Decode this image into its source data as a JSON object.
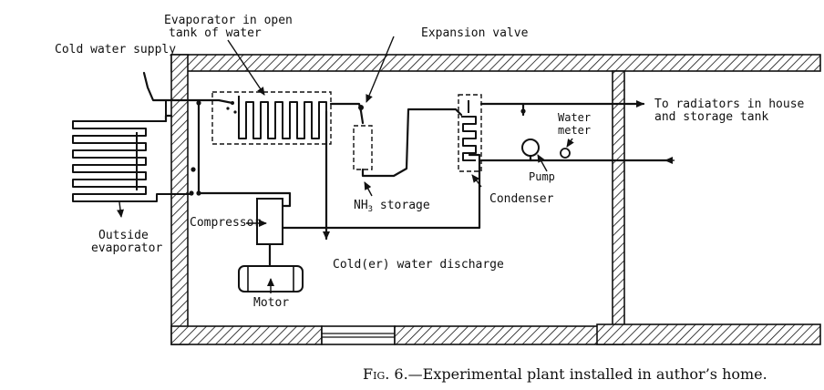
{
  "labels": {
    "evaporator_tank": [
      "Evaporator in open",
      "tank of water"
    ],
    "expansion_valve": "Expansion valve",
    "cold_water_supply": "Cold water supply",
    "to_radiators": [
      "To radiators in house",
      "and storage tank"
    ],
    "water_meter": [
      "Water",
      "meter"
    ],
    "pump": "Pump",
    "outside_evaporator": [
      "Outside",
      "evaporator"
    ],
    "compressor": "Compressor",
    "nh3_storage_prefix": "NH",
    "nh3_storage_sub": "3",
    "nh3_storage_suffix": " storage",
    "condenser": "Condenser",
    "discharge": "Cold(er) water discharge",
    "motor": "Motor"
  },
  "caption": {
    "fig": "Fig. 6.",
    "text": "—Experimental plant installed in author’s home."
  }
}
